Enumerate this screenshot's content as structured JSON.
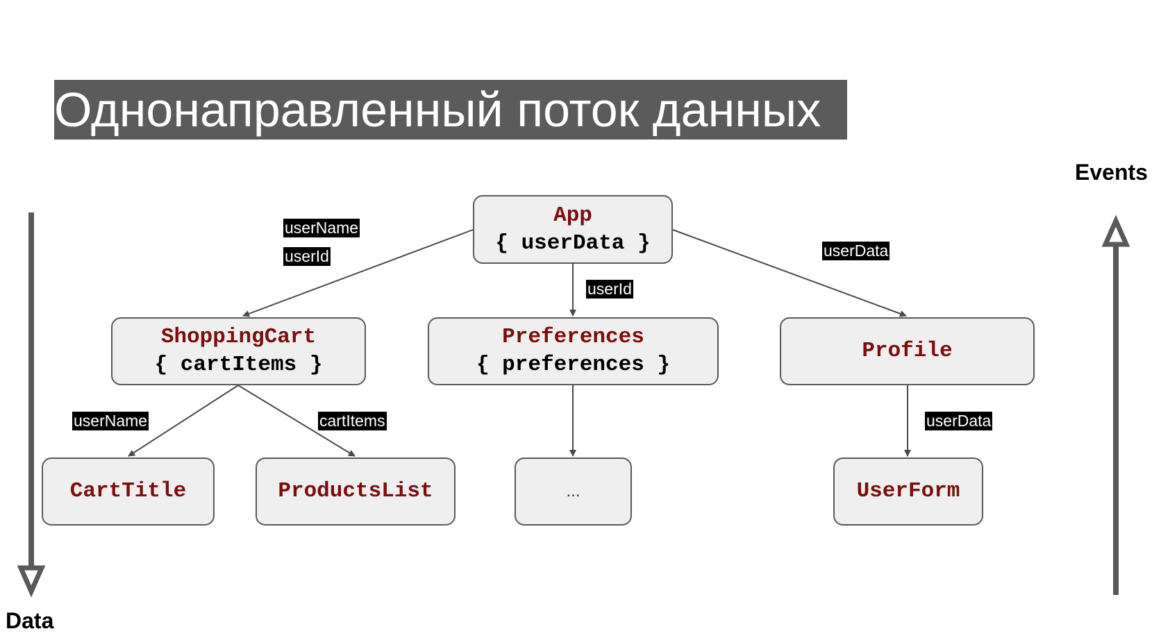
{
  "title": "Однонаправленный поток данных",
  "labels": {
    "data": "Data",
    "events": "Events"
  },
  "nodes": {
    "app": {
      "name": "App",
      "state": "{ userData }"
    },
    "shopping_cart": {
      "name": "ShoppingCart",
      "state": "{ cartItems }"
    },
    "preferences": {
      "name": "Preferences",
      "state": "{ preferences }"
    },
    "profile": {
      "name": "Profile"
    },
    "cart_title": {
      "name": "CartTitle"
    },
    "products_list": {
      "name": "ProductsList"
    },
    "ellipsis": {
      "name": "..."
    },
    "user_form": {
      "name": "UserForm"
    }
  },
  "edge_labels": {
    "app_to_cart_1": "userName",
    "app_to_cart_2": "userId",
    "app_to_preferences": "userId",
    "app_to_profile": "userData",
    "cart_to_title": "userName",
    "cart_to_products": "cartItems",
    "profile_to_form": "userData"
  },
  "colors": {
    "title_background": "#5b5b5b",
    "node_background": "#efefef",
    "node_border": "#595959",
    "component_name": "#7b0d0d",
    "tag_background": "#000000",
    "arrow": "#4a4a4a"
  }
}
